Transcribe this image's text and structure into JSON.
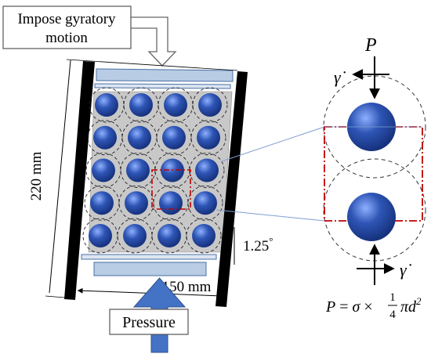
{
  "labels": {
    "impose_line1": "Impose gyratory",
    "impose_line2": "motion",
    "height": "220 mm",
    "width": "150 mm",
    "angle": "1.25",
    "angle_unit": "°",
    "pressure": "Pressure",
    "force_top": "P",
    "shear_top": "γ̇",
    "shear_bottom": "γ̇",
    "formula_lhs": "P",
    "formula_eq": " = ",
    "formula_sigma": "σ",
    "formula_times": " × ",
    "formula_num": "1",
    "formula_den": "4",
    "formula_pi": "π",
    "formula_d": "d",
    "formula_exp": "2"
  },
  "colors": {
    "ball": "#2e55b5",
    "ball_highlight": "#8fb0ff",
    "plate": "#b8cce4",
    "plate_stroke": "#4a6fa5",
    "pressure_arrow": "#4472c4",
    "wall": "#000000",
    "packing": "#c8c8c8",
    "unit_cell": "#c00000",
    "connector": "#7f9fd0"
  },
  "grid": {
    "rows": 5,
    "cols": 4
  }
}
